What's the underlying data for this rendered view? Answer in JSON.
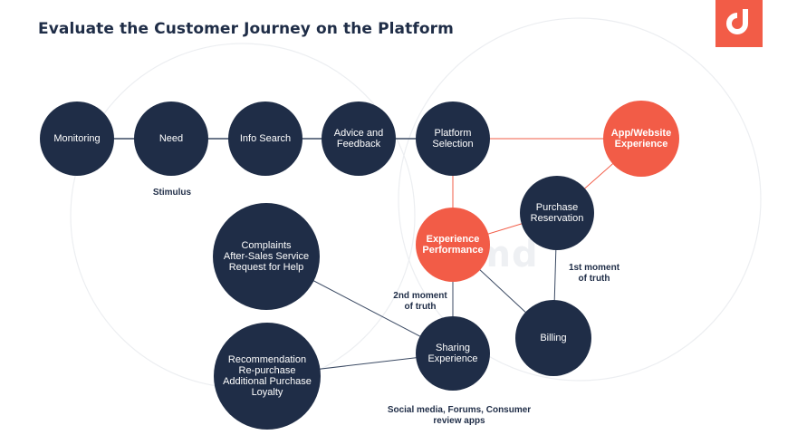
{
  "title": "Evaluate the Customer Journey on the Platform",
  "logo": {
    "icon": "brand-logo-icon",
    "color": "#f25c47"
  },
  "watermark": "gimd",
  "colors": {
    "dark_node": "#1f2d47",
    "accent_node": "#f25c47",
    "line_dark": "#3b4a63",
    "line_accent": "#f25c47"
  },
  "nodes": {
    "monitoring": "Monitoring",
    "need": "Need",
    "info_search": "Info Search",
    "advice": "Advice and\nFeedback",
    "platform_selection": "Platform\nSelection",
    "app_experience": "App/Website\nExperience",
    "purchase_reservation": "Purchase\nReservation",
    "experience_performance": "Experience\nPerformance",
    "complaints": "Complaints\nAfter-Sales Service\nRequest for Help",
    "billing": "Billing",
    "sharing": "Sharing\nExperience",
    "recommendation": "Recommendation\nRe-purchase\nAdditional Purchase\nLoyalty"
  },
  "labels": {
    "stimulus": "Stimulus",
    "first_moment": "1st moment\nof truth",
    "second_moment": "2nd moment\nof truth",
    "social": "Social media, Forums, Consumer\nreview apps"
  }
}
